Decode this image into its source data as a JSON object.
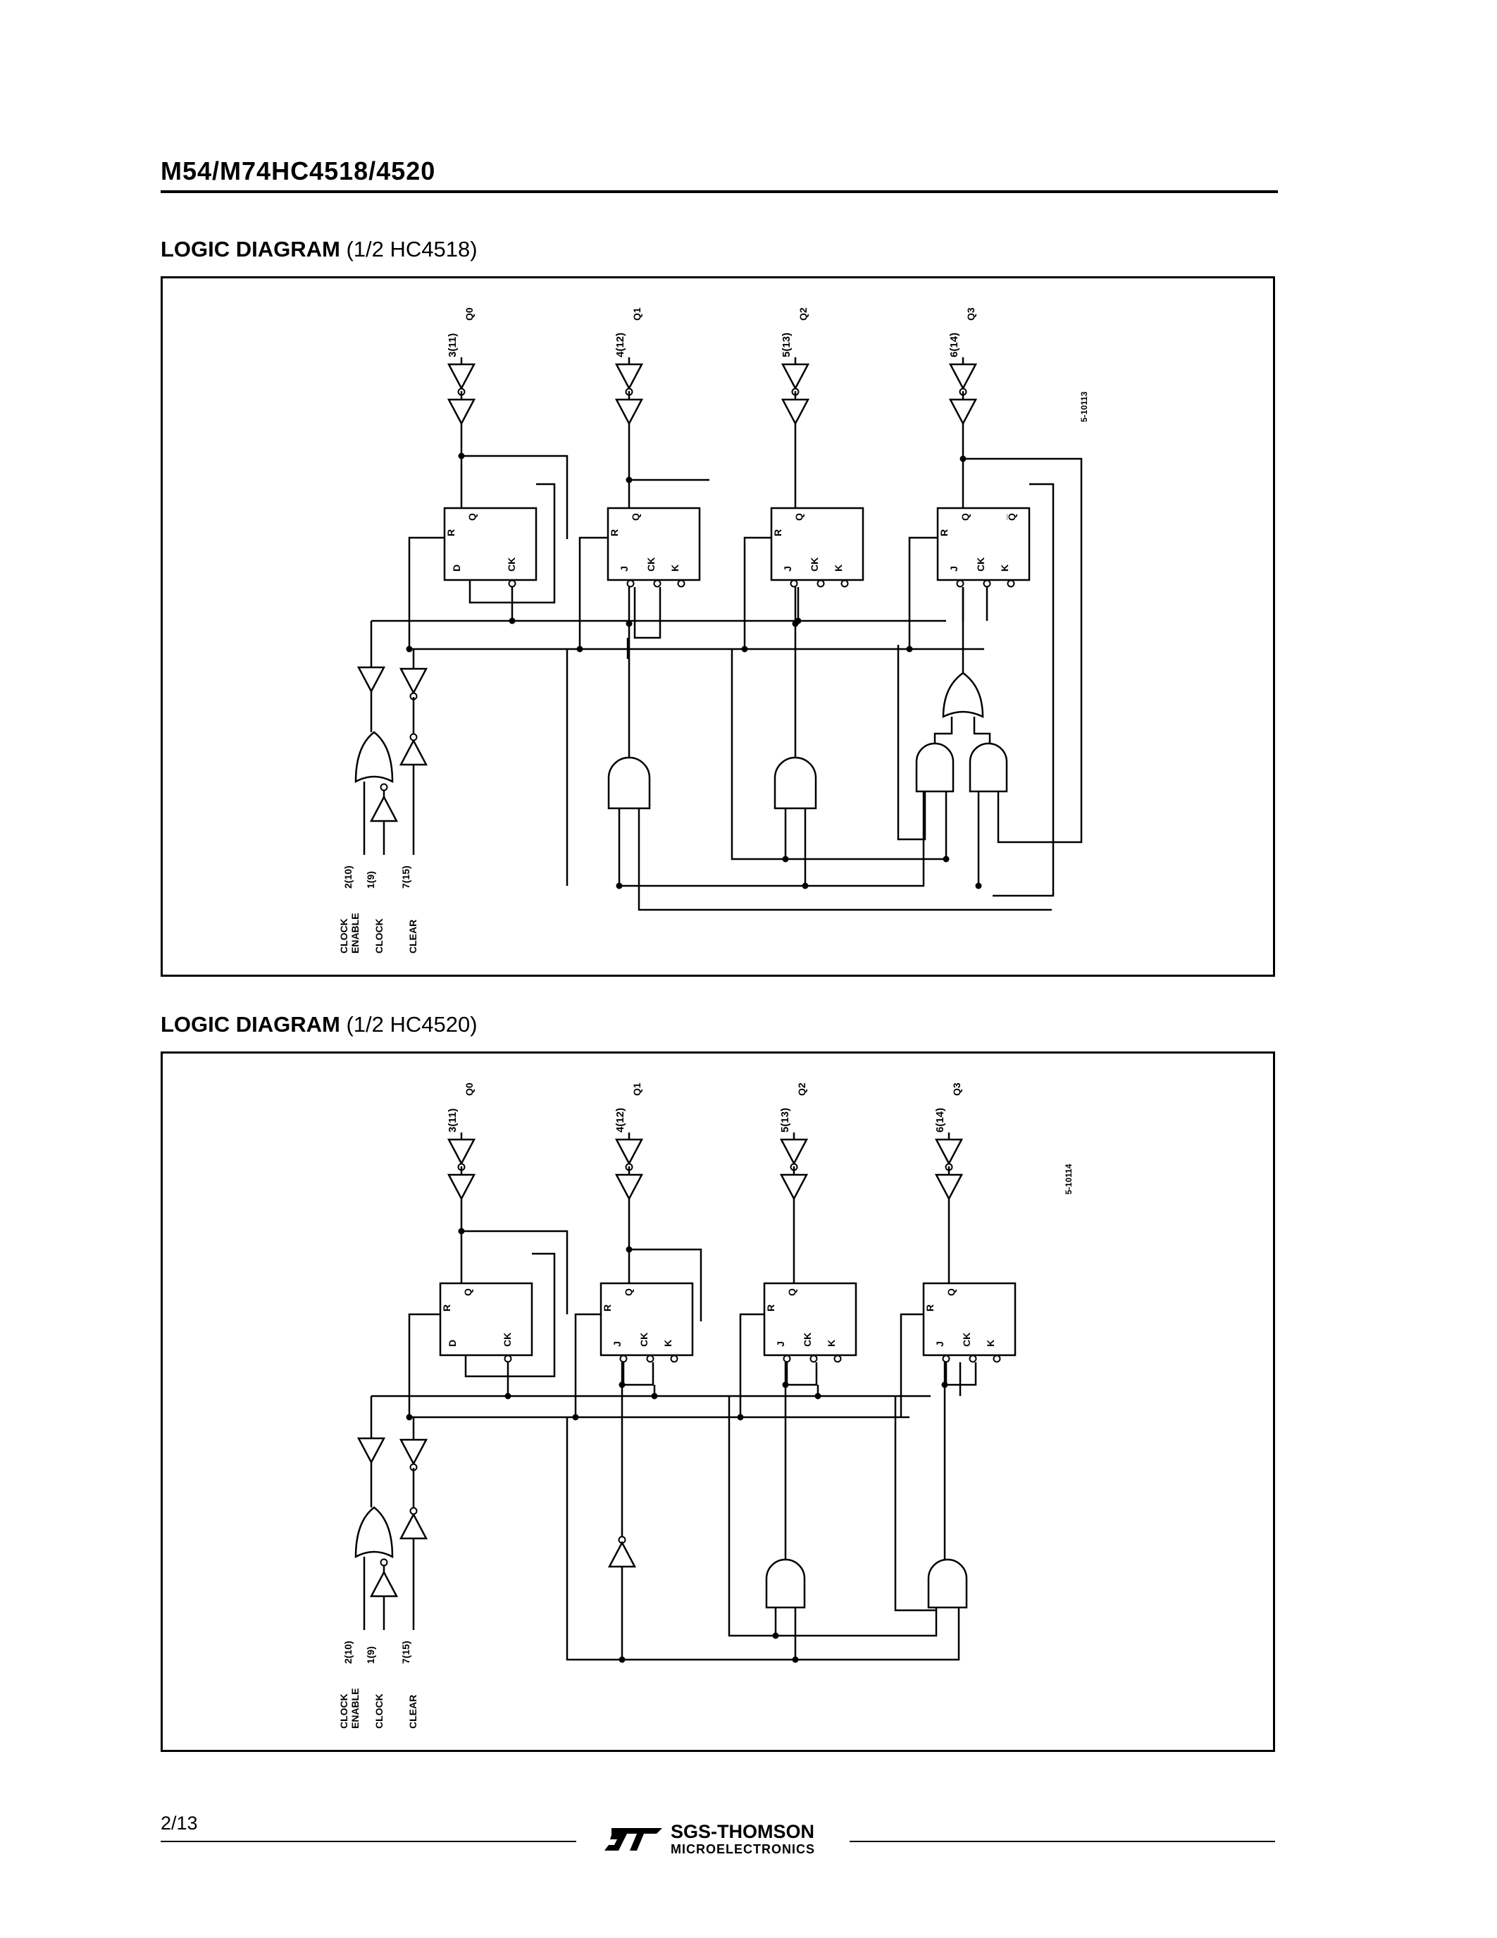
{
  "header": {
    "part_number": "M54/M74HC4518/4520"
  },
  "diagram1": {
    "heading_bold": "LOGIC DIAGRAM",
    "heading_rest": " (1/2 HC4518)",
    "ref": "5-10113",
    "outputs": [
      {
        "pin": "3(11)",
        "name": "Q0"
      },
      {
        "pin": "4(12)",
        "name": "Q1"
      },
      {
        "pin": "5(13)",
        "name": "Q2"
      },
      {
        "pin": "6(14)",
        "name": "Q3"
      }
    ],
    "ff_labels": {
      "first": [
        "R",
        "Q",
        "D",
        "CK"
      ],
      "jk": [
        "R",
        "Q",
        "J",
        "CK",
        "K"
      ],
      "last": [
        "R",
        "Q",
        "Q̅",
        "J",
        "CK",
        "K"
      ]
    },
    "inputs": [
      {
        "pin": "2(10)",
        "label": "CLOCK",
        "label2": "ENABLE"
      },
      {
        "pin": "1(9)",
        "label": "CLOCK",
        "label2": ""
      },
      {
        "pin": "7(15)",
        "label": "CLEAR",
        "label2": ""
      }
    ]
  },
  "diagram2": {
    "heading_bold": "LOGIC DIAGRAM",
    "heading_rest": " (1/2 HC4520)",
    "ref": "5-10114",
    "outputs": [
      {
        "pin": "3(11)",
        "name": "Q0"
      },
      {
        "pin": "4(12)",
        "name": "Q1"
      },
      {
        "pin": "5(13)",
        "name": "Q2"
      },
      {
        "pin": "6(14)",
        "name": "Q3"
      }
    ],
    "ff_labels": {
      "first": [
        "R",
        "Q",
        "D",
        "CK"
      ],
      "jk": [
        "R",
        "Q",
        "J",
        "CK",
        "K"
      ]
    },
    "inputs": [
      {
        "pin": "2(10)",
        "label": "CLOCK",
        "label2": "ENABLE"
      },
      {
        "pin": "1(9)",
        "label": "CLOCK",
        "label2": ""
      },
      {
        "pin": "7(15)",
        "label": "CLEAR",
        "label2": ""
      }
    ]
  },
  "footer": {
    "page": "2/13",
    "company": "SGS-THOMSON",
    "division": "MICROELECTRONICS"
  }
}
